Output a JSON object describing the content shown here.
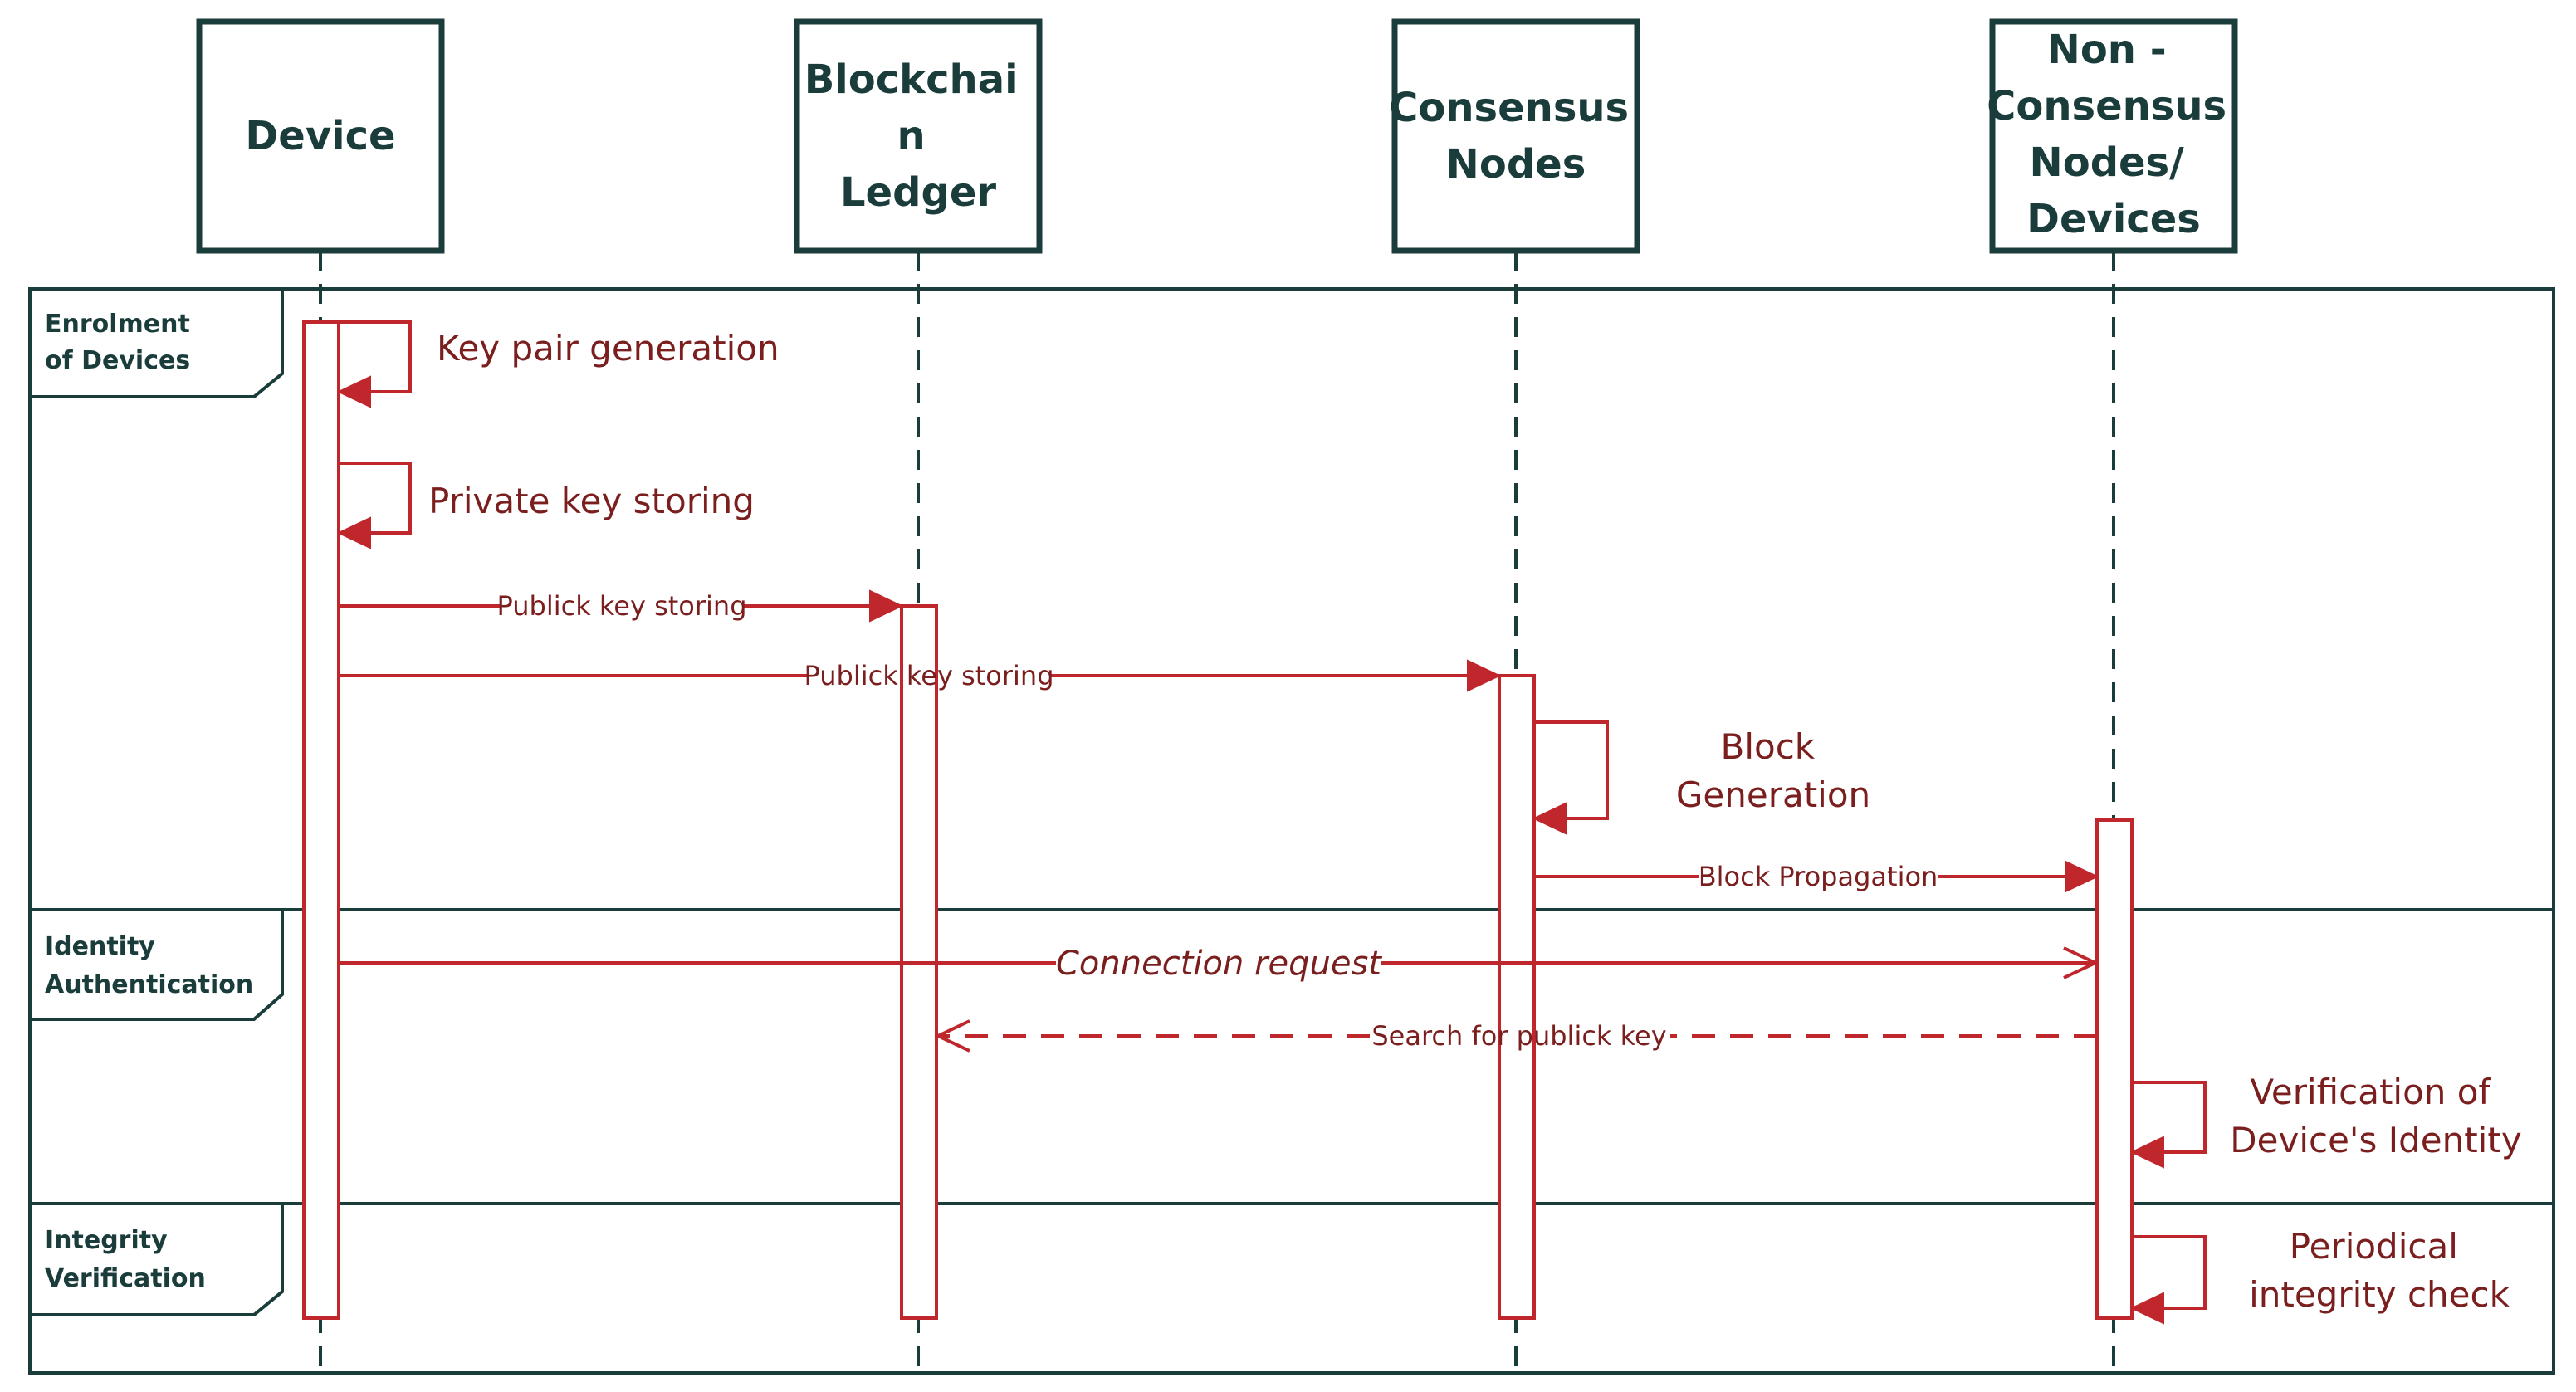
{
  "participants": [
    {
      "id": "device",
      "label_lines": [
        "Device"
      ]
    },
    {
      "id": "ledger",
      "label_lines": [
        "Blockchai",
        "n",
        "Ledger"
      ]
    },
    {
      "id": "consensus",
      "label_lines": [
        "Consensus",
        "Nodes"
      ]
    },
    {
      "id": "nonconsensus",
      "label_lines": [
        "Non -",
        "Consensus",
        "Nodes/",
        "Devices"
      ]
    }
  ],
  "fragments": [
    {
      "id": "enrolment",
      "label_lines": [
        "Enrolment",
        "of Devices"
      ]
    },
    {
      "id": "identity",
      "label_lines": [
        "Identity",
        "Authentication"
      ]
    },
    {
      "id": "integrity",
      "label_lines": [
        "Integrity",
        "Verification"
      ]
    }
  ],
  "messages": [
    {
      "id": "key-pair",
      "type": "self",
      "label_lines": [
        "Key pair generation"
      ]
    },
    {
      "id": "private-key",
      "type": "self",
      "label_lines": [
        "Private key storing"
      ]
    },
    {
      "id": "public-key-ledger",
      "type": "sync",
      "label": "Publick key storing"
    },
    {
      "id": "public-key-consensus",
      "type": "sync",
      "label": "Publick key storing"
    },
    {
      "id": "block-generation",
      "type": "self",
      "label_lines": [
        "Block",
        "Generation"
      ]
    },
    {
      "id": "block-propagation",
      "type": "sync",
      "label": "Block Propagation"
    },
    {
      "id": "connection-request",
      "type": "async",
      "label": "Connection request"
    },
    {
      "id": "search-public-key",
      "type": "return",
      "label": "Search for publick key"
    },
    {
      "id": "verification-identity",
      "type": "self",
      "label_lines": [
        "Verification of",
        "Device's Identity"
      ]
    },
    {
      "id": "integrity-check",
      "type": "self",
      "label_lines": [
        "Periodical",
        "integrity check"
      ]
    }
  ],
  "colors": {
    "lifeline": "#1a3d3c",
    "message": "#c0272d",
    "message_text": "#7a1e1e"
  }
}
